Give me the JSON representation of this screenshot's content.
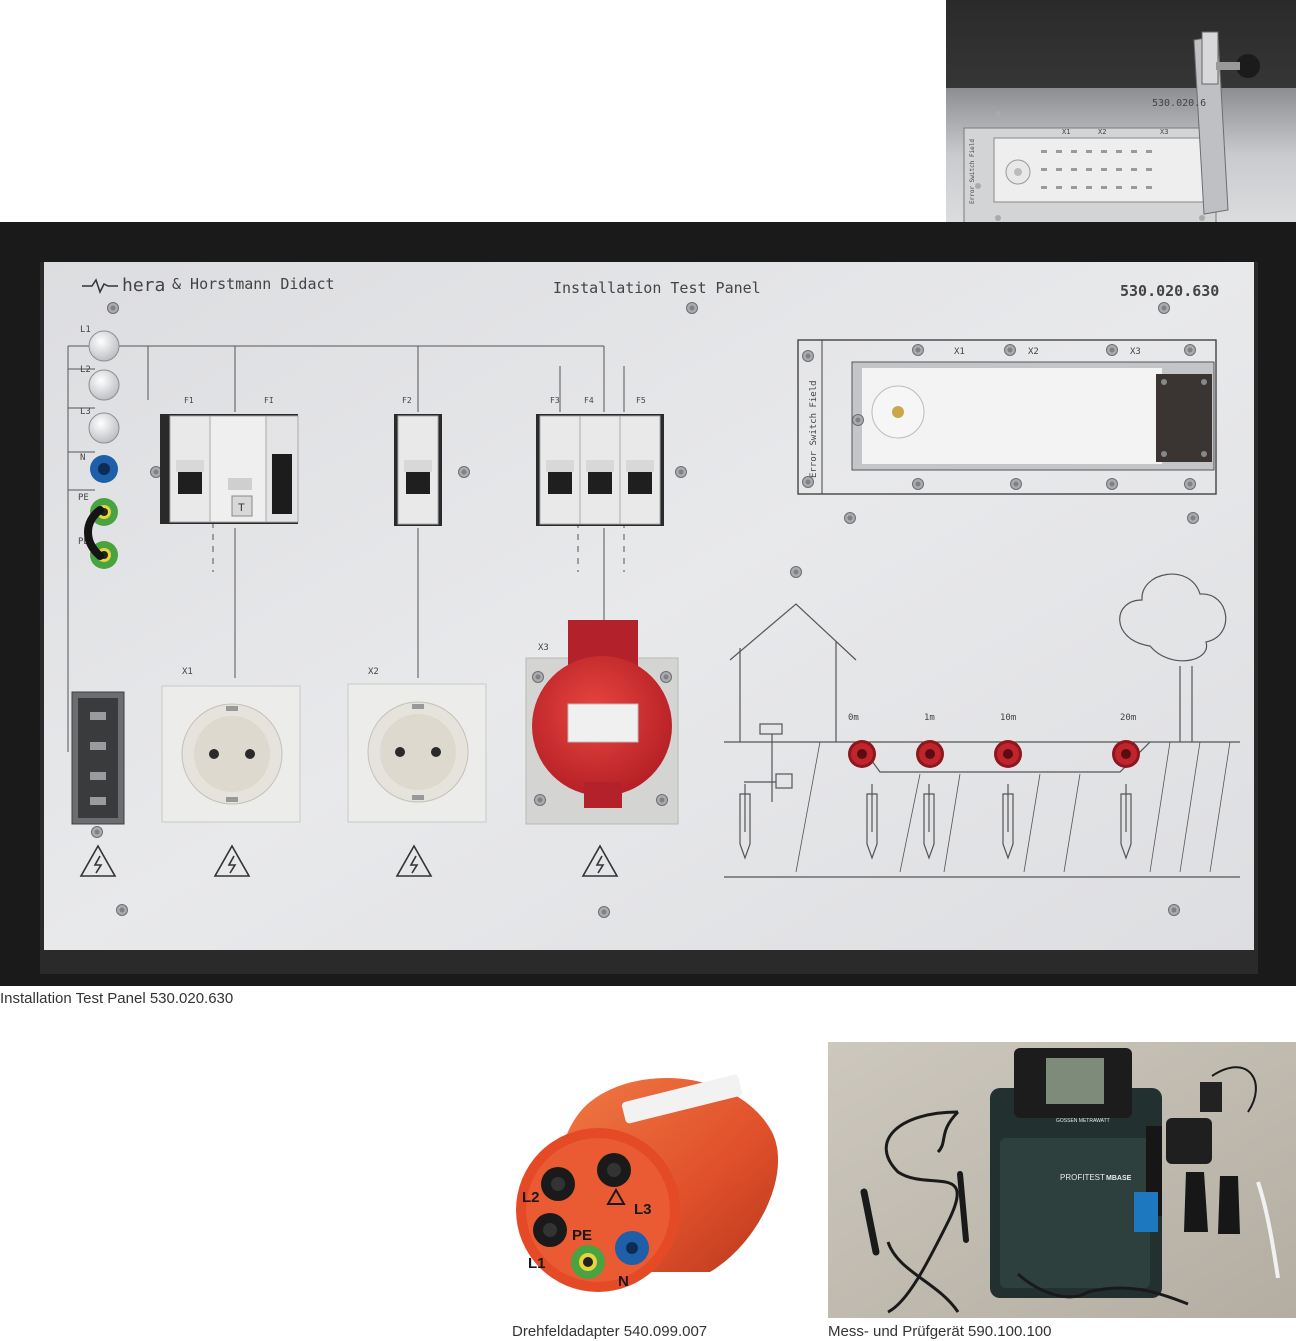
{
  "panel": {
    "brand": "hera",
    "brand_rest": "& Horstmann Didact",
    "title": "Installation Test Panel",
    "number": "530.020.630",
    "terminals": [
      "L1",
      "L2",
      "L3",
      "N",
      "PE",
      "PE"
    ],
    "breakers": [
      "F1",
      "FI",
      "F2",
      "F3",
      "F4",
      "F5"
    ],
    "sockets": [
      "X1",
      "X2",
      "X3"
    ],
    "error_field": {
      "label": "Error Switch Field",
      "terminals": [
        "X1",
        "X2",
        "X3"
      ]
    },
    "distances": [
      "0m",
      "1m",
      "10m",
      "20m"
    ],
    "colors": {
      "panel": "#e4e4e6",
      "backdrop": "#1c1c1c",
      "cee": "#c8252c",
      "terminal_red": "#b3202a",
      "terminal_blue": "#1d5fa8",
      "terminal_green": "#4aa341"
    }
  },
  "inset": {
    "number": "530.020.6",
    "field_label": "Error Switch Field",
    "terminals": [
      "X1",
      "X2",
      "X3"
    ]
  },
  "adapter": {
    "labels": [
      "L2",
      "L3",
      "L1",
      "PE",
      "N"
    ],
    "color": "#e2502a"
  },
  "tester": {
    "brand": "PROFITEST",
    "model": "MBASE",
    "maker": "GOSSEN METRAWATT"
  },
  "captions": {
    "panel": "Installation Test Panel  530.020.630",
    "adapter": "Drehfeldadapter   540.099.007",
    "tester": "Mess- und Prüfgerät  590.100.100"
  }
}
